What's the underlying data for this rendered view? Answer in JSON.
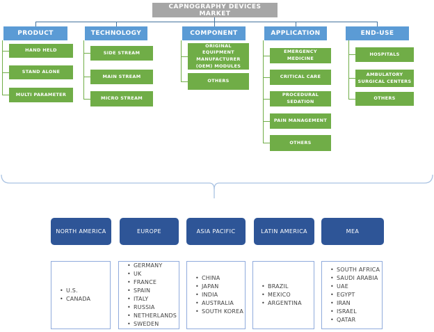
{
  "title": "CAPNOGRAPHY DEVICES MARKET",
  "tree": {
    "columns": [
      {
        "label": "PRODUCT",
        "items": [
          "HAND HELD",
          "STAND ALONE",
          "MULTI PARAMETER"
        ]
      },
      {
        "label": "TECHNOLOGY",
        "items": [
          "SIDE STREAM",
          "MAIN STREAM",
          "MICRO STREAM"
        ]
      },
      {
        "label": "COMPONENT",
        "items": [
          "ORIGINAL EQUIPMENT MANUFACTURER (OEM) MODULES",
          "OTHERS"
        ]
      },
      {
        "label": "APPLICATION",
        "items": [
          "EMERGENCY MEDICINE",
          "CRITICAL CARE",
          "PROCEDURAL SEDATION",
          "PAIN MANAGEMENT",
          "OTHERS"
        ]
      },
      {
        "label": "END-USE",
        "items": [
          "HOSPITALS",
          "AMBULATORY SURGICAL CENTERS",
          "OTHERS"
        ]
      }
    ]
  },
  "regions": [
    {
      "label": "NORTH AMERICA",
      "countries": [
        "U.S.",
        "CANADA"
      ]
    },
    {
      "label": "EUROPE",
      "countries": [
        "GERMANY",
        "UK",
        "FRANCE",
        "SPAIN",
        "ITALY",
        "RUSSIA",
        "NETHERLANDS",
        "SWEDEN"
      ]
    },
    {
      "label": "ASIA PACIFIC",
      "countries": [
        "CHINA",
        "JAPAN",
        "INDIA",
        "AUSTRALIA",
        "SOUTH KOREA"
      ]
    },
    {
      "label": "LATIN AMERICA",
      "countries": [
        "BRAZIL",
        "MEXICO",
        "ARGENTINA"
      ]
    },
    {
      "label": "MEA",
      "countries": [
        "SOUTH AFRICA",
        "SAUDI ARABIA",
        "UAE",
        "EGYPT",
        "IRAN",
        "ISRAEL",
        "QATAR"
      ]
    }
  ],
  "colors": {
    "title-gray": "#A6A6A6",
    "header-blue": "#5B9BD5",
    "leaf-green": "#70AD47",
    "region-navy": "#2E5597",
    "list-border-blue": "#8FAADC",
    "connector-blue": "#41719C",
    "connector-green": "#70AD47",
    "brace-blue": "#A9C2E2",
    "list-text": "#404040"
  }
}
